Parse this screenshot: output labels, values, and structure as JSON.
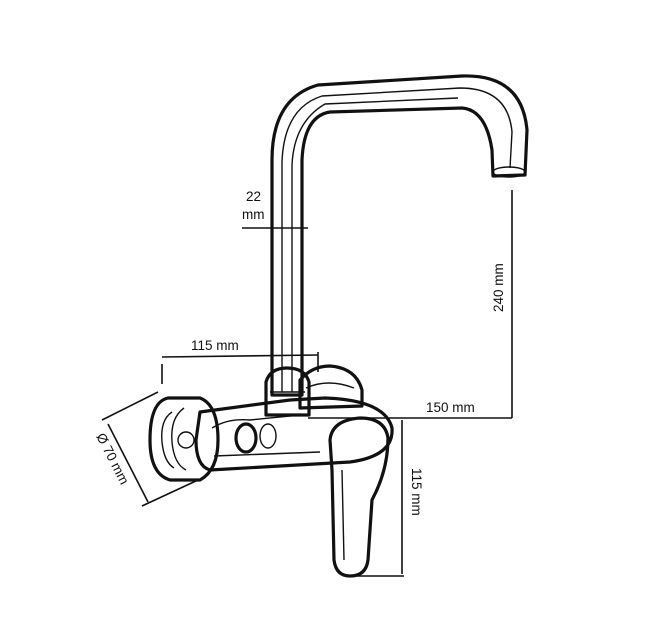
{
  "dimensions": {
    "pipe_diameter_line1": "22",
    "pipe_diameter_line2": "mm",
    "spout_height": "240 mm",
    "body_width": "115 mm",
    "spout_reach": "150 mm",
    "flange_diameter": "Ø 70 mm",
    "lever_height": "115 mm"
  }
}
